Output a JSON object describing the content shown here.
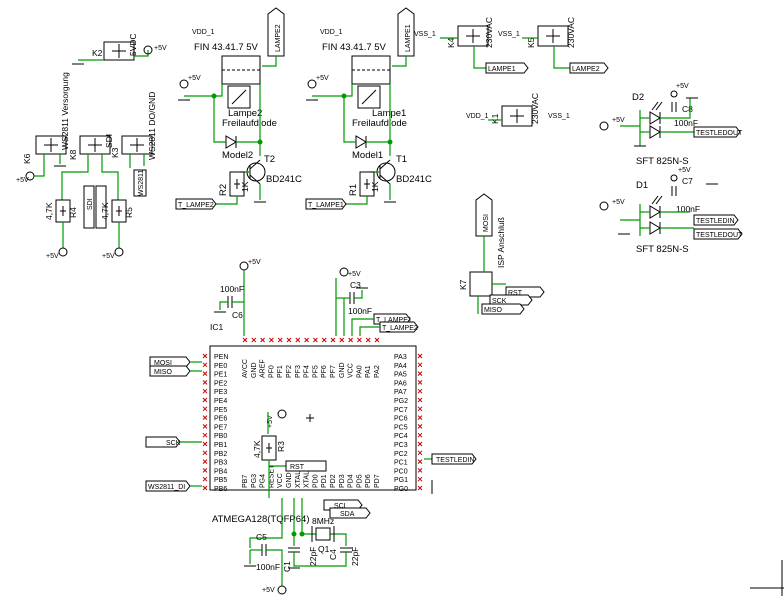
{
  "parts": {
    "k2": {
      "ref": "K2",
      "value": "5VDC"
    },
    "k6": {
      "ref": "K6",
      "value": "WS2811 Versorgung"
    },
    "k8": {
      "ref": "K8",
      "value": "SDI"
    },
    "k3": {
      "ref": "K3",
      "value": "WS2811 DO/GND"
    },
    "r4": {
      "ref": "R4",
      "value": "4,7K"
    },
    "r5": {
      "ref": "R5",
      "value": "4,7K"
    },
    "ws2811_label": "WS2811",
    "lampe2_rel": {
      "value": "FIN 43.41.7 5V",
      "sup": "VDD_1",
      "coil": "Lampe2",
      "diode": "Freilaufdiode",
      "model": "Model2",
      "flag": "LAMPE2"
    },
    "lampe1_rel": {
      "value": "FIN 43.41.7 5V",
      "sup": "VDD_1",
      "coil": "Lampe1",
      "diode": "Freilaufdiode",
      "model": "Model1",
      "flag": "LAMPE1"
    },
    "t2": {
      "ref": "T2",
      "value": "BD241C"
    },
    "t1": {
      "ref": "T1",
      "value": "BD241C"
    },
    "r2": {
      "ref": "R2",
      "value": "1K"
    },
    "r1": {
      "ref": "R1",
      "value": "1K"
    },
    "k4": {
      "ref": "K4",
      "value": "230VAC",
      "sup": "VSS_1"
    },
    "k5": {
      "ref": "K5",
      "value": "230VAC",
      "sup": "VSS_1"
    },
    "k1": {
      "ref": "K1",
      "value": "230VAC",
      "left": "VDD_1",
      "right": "VSS_1"
    },
    "d2": {
      "ref": "D2",
      "value": "SFT 825N-S"
    },
    "d1": {
      "ref": "D1",
      "value": "SFT 825N-S"
    },
    "c8": {
      "ref": "C8",
      "value": "100nF"
    },
    "c7": {
      "ref": "C7",
      "value": "100nF"
    },
    "k7": {
      "ref": "K7",
      "value": "ISP Anschluß"
    },
    "c6": {
      "ref": "C6",
      "value": "100nF"
    },
    "c3": {
      "ref": "C3",
      "value": "100nF"
    },
    "ic1": {
      "ref": "IC1",
      "value": "ATMEGA128(TQFP64)"
    },
    "r3": {
      "ref": "R3",
      "value": "4,7K"
    },
    "c5": {
      "ref": "C5",
      "value": "100nF"
    },
    "c1": {
      "ref": "C1",
      "value": "22pF"
    },
    "c4": {
      "ref": "C4",
      "value": "22pF"
    },
    "q1": {
      "ref": "Q1",
      "value": "8MHz"
    },
    "plus5v": "+5V"
  },
  "flags": {
    "t_lampe2": "T_LAMPE2",
    "t_lampe1": "T_LAMPE1",
    "lampe1": "LAMPE1",
    "lampe2": "LAMPE2",
    "testled_out2": "TESTLEDOUT",
    "testled_in": "TESTLEDIN",
    "testled_out1": "TESTLEDOUT",
    "rst": "RST",
    "sck": "SCK",
    "miso": "MISO",
    "mosi": "MOSI",
    "mosi_in": "MOSI",
    "miso_in": "MISO",
    "sck_in": "SCK",
    "ws2811_in": "WS2811_DI",
    "rst_in": "RST",
    "scl": "SCL",
    "sda": "SDA",
    "testledin_out": "TESTLEDIN",
    "t_lampe1_ic": "T_LAMPE1",
    "t_lampe2_ic": "T_LAMPE2"
  },
  "ic_pins": {
    "left": [
      "PEN",
      "PE0",
      "PE1",
      "PE2",
      "PE3",
      "PE4",
      "PE5",
      "PE6",
      "PE7",
      "PB0",
      "PB1",
      "PB2",
      "PB3",
      "PB4",
      "PB5",
      "PB6"
    ],
    "right": [
      "PA3",
      "PA4",
      "PA5",
      "PA6",
      "PA7",
      "PG2",
      "PC7",
      "PC6",
      "PC5",
      "PC4",
      "PC3",
      "PC2",
      "PC1",
      "PC0",
      "PG1",
      "PG0"
    ],
    "top": [
      "AVCC",
      "GND",
      "AREF",
      "PF0",
      "PF1",
      "PF2",
      "PF3",
      "PF4",
      "PF5",
      "PF6",
      "PF7",
      "GND",
      "VCC",
      "PA0",
      "PA1",
      "PA2"
    ],
    "bottom": [
      "PB7",
      "PG3",
      "PG4",
      "RESET",
      "VCC",
      "GND",
      "XTAL2",
      "XTAL1",
      "PD0",
      "PD1",
      "PD2",
      "PD3",
      "PD4",
      "PD5",
      "PD6",
      "PD7"
    ]
  }
}
